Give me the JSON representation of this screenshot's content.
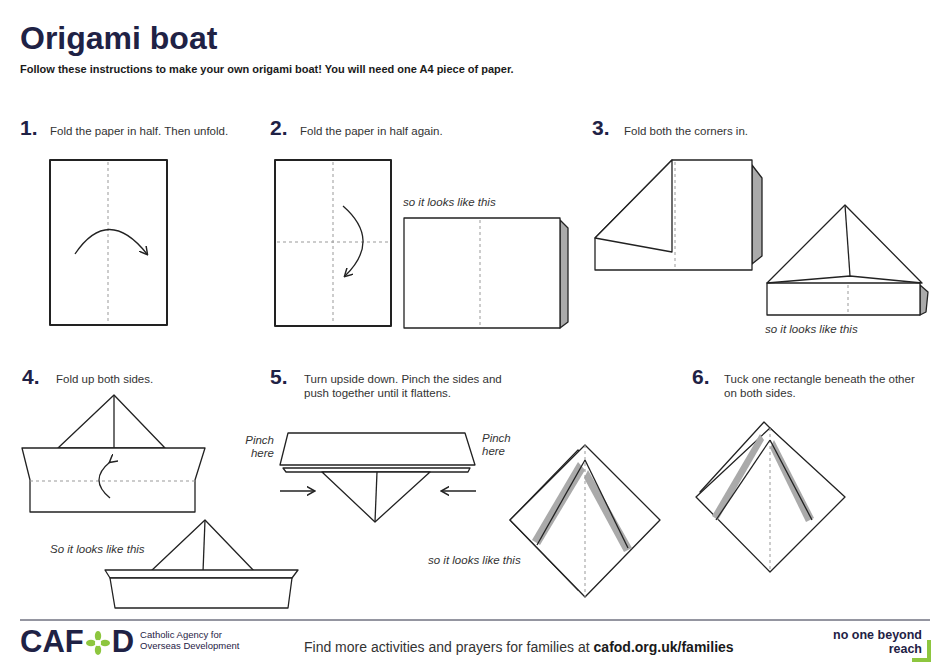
{
  "diagram": {
    "title": "Origami boat",
    "labels": [
      "Follow these instructions to make your own origami boat! You will need one A4 piece of paper.",
      "1.",
      "Fold the paper in half. Then unfold.",
      "2.",
      "Fold the paper in half again.",
      "so it looks like this",
      "3.",
      "Fold both the corners in.",
      "so it looks like this",
      "4.",
      "Fold up both sides.",
      "So it looks like this",
      "5.",
      "Turn upside down. Pinch the sides and push together until it flattens.",
      "Pinch here",
      "Pinch here",
      "so it looks like this",
      "6.",
      "Tuck one rectangle beneath the other on both sides.",
      "CAF",
      "D",
      "Catholic Agency for Overseas Development",
      "Find more activities and prayers for families at",
      "cafod.org.uk/families",
      "no one beyond reach"
    ]
  }
}
